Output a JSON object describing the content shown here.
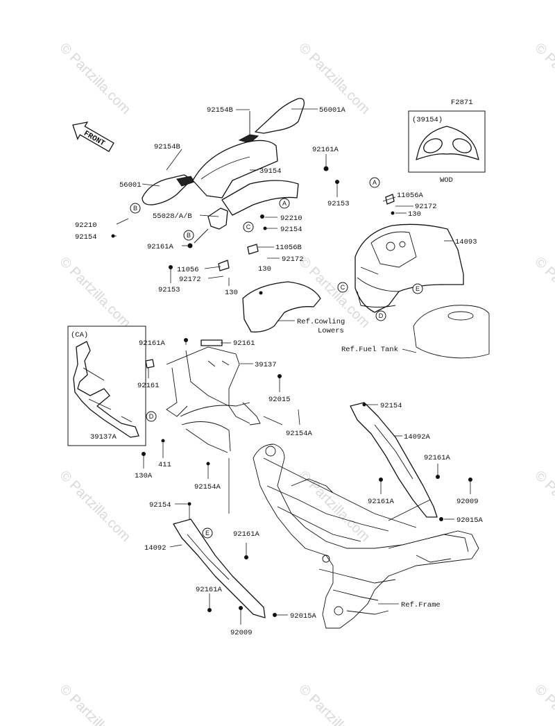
{
  "diagram_code": "F2871",
  "watermark_text": "© Partzilla.com",
  "front_arrow_label": "FRONT",
  "inset_top": {
    "part": "(39154)",
    "note": "WOD"
  },
  "inset_ca": {
    "code": "(CA)",
    "part": "39137A"
  },
  "parts": {
    "p92154B_top": "92154B",
    "p56001A": "56001A",
    "p92154B_left": "92154B",
    "p39154": "39154",
    "p92161A_top": "92161A",
    "p56001": "56001",
    "p92153_right": "92153",
    "p55028": "55028/A/B",
    "p92210_mid": "92210",
    "p92210_left": "92210",
    "p92154_mid": "92154",
    "p92154_left": "92154",
    "p92161A_mid": "92161A",
    "p11056B": "11056B",
    "p92172_mid": "92172",
    "p11056": "11056",
    "p130_mid": "130",
    "p92172_low": "92172",
    "p92153_left": "92153",
    "p130_low": "130",
    "p11056A": "11056A",
    "p92172_right": "92172",
    "p130_right": "130",
    "p14093": "14093",
    "p92161A_frame": "92161A",
    "p92161_top": "92161",
    "p39137": "39137",
    "p92161_left": "92161",
    "p92015": "92015",
    "p92154A_right": "92154A",
    "p411": "411",
    "p130A": "130A",
    "p92154A_low": "92154A",
    "p92154_right": "92154",
    "p14092A": "14092A",
    "p92161A_r1": "92161A",
    "p92161A_r2": "92161A",
    "p92009_right": "92009",
    "p92015A_right": "92015A",
    "p92154_lower": "92154",
    "p14092": "14092",
    "p92161A_lower": "92161A",
    "p92161A_low2": "92161A",
    "p92009_low": "92009",
    "p92015A_low": "92015A"
  },
  "refs": {
    "cowling_line1": "Ref.Cowling",
    "cowling_line2": "Lowers",
    "fuel_tank": "Ref.Fuel Tank",
    "frame": "Ref.Frame"
  },
  "callouts": {
    "A": "A",
    "B": "B",
    "C": "C",
    "D": "D",
    "E": "E"
  }
}
